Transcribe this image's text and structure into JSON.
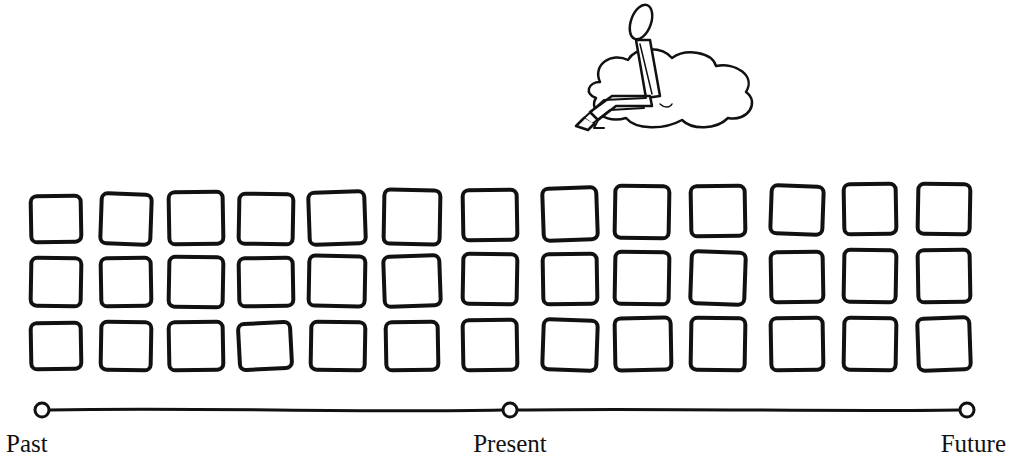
{
  "diagram": {
    "labels": [
      "Past",
      "Present",
      "Future"
    ]
  }
}
